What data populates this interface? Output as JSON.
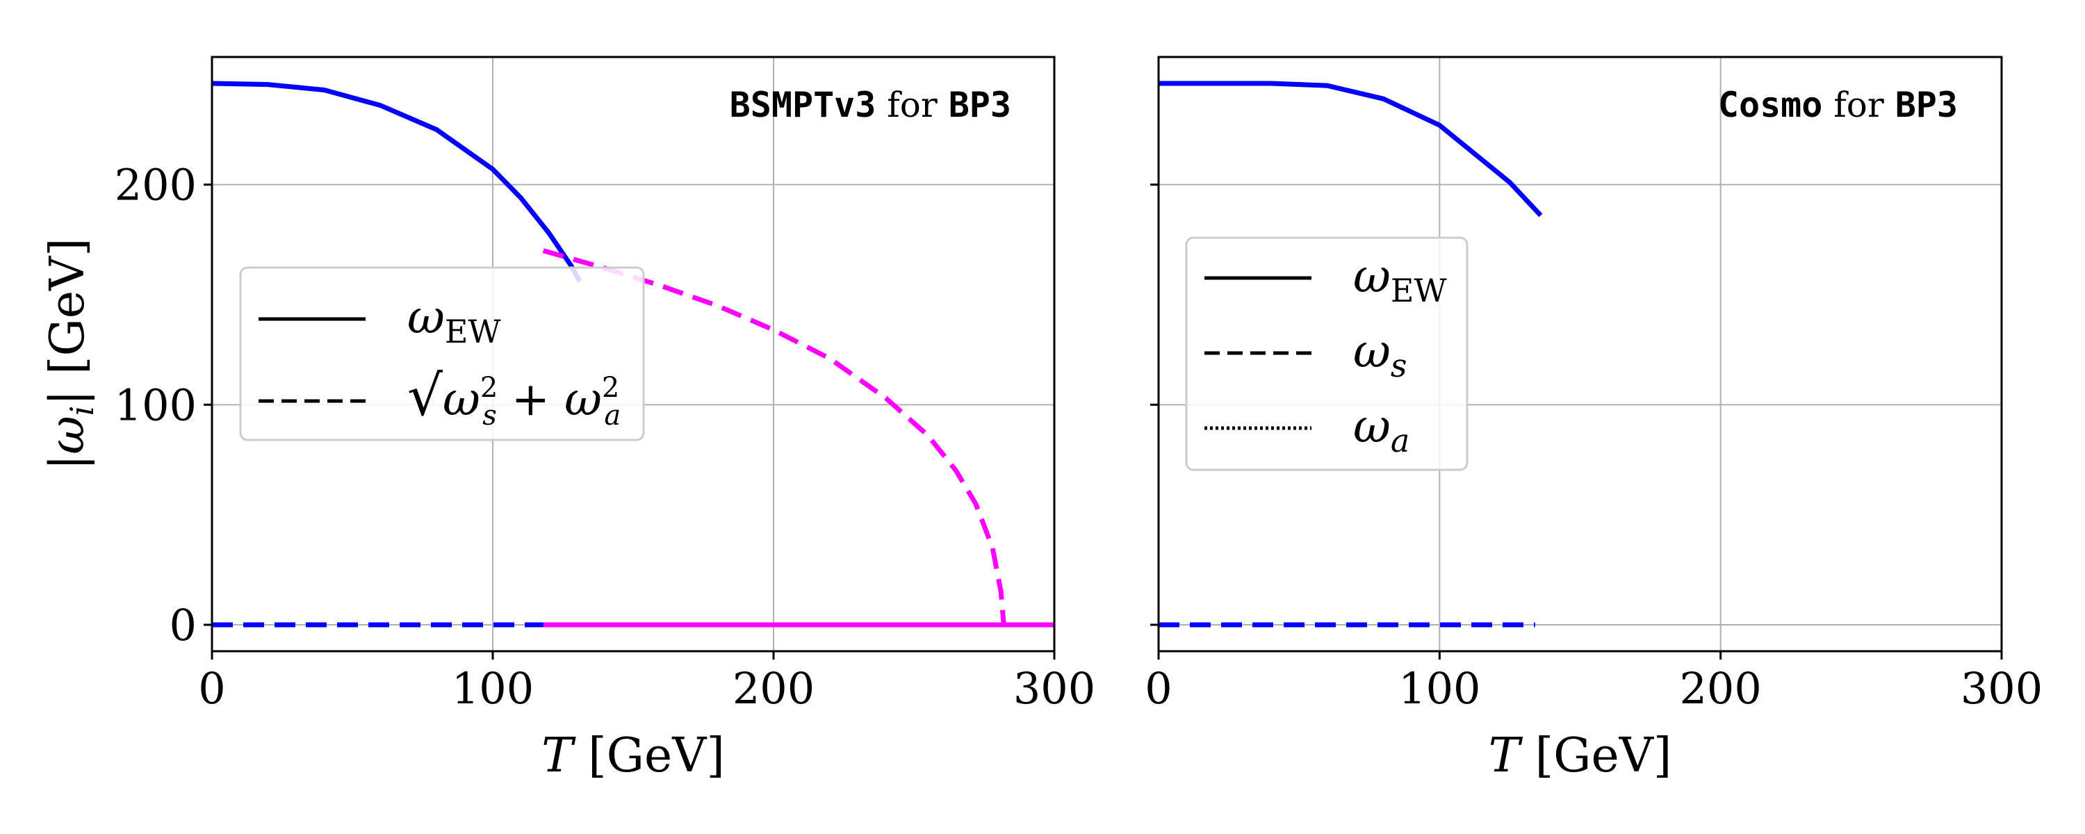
{
  "chart_data": [
    {
      "type": "line",
      "title": "",
      "annotation": {
        "code": "BSMPTv3",
        "mid": " for ",
        "bp": "BP3"
      },
      "xlabel": "T [GeV]",
      "ylabel": "|ω_i| [GeV]",
      "xlim": [
        0,
        300
      ],
      "ylim": [
        -12,
        258
      ],
      "xticks": [
        "0",
        "100",
        "200",
        "300"
      ],
      "yticks": [
        "0",
        "100",
        "200"
      ],
      "grid": true,
      "legend": {
        "placement": "center-left",
        "entries": [
          {
            "label": "ω_EW",
            "style": "solid"
          },
          {
            "label": "√(ω_s² + ω_a²)",
            "style": "dashed"
          }
        ]
      },
      "series": [
        {
          "style": "solid",
          "color": "#0000ff",
          "x": [
            0,
            20,
            40,
            60,
            80,
            100,
            110,
            120,
            128,
            131
          ],
          "y": [
            246,
            245.5,
            243,
            236,
            225,
            207,
            194,
            178,
            163,
            156
          ]
        },
        {
          "style": "dashed",
          "color": "#ff00ff",
          "x": [
            118,
            140,
            160,
            180,
            200,
            220,
            240,
            255,
            265,
            272,
            278,
            281,
            282
          ],
          "y": [
            170,
            162,
            154,
            145,
            134,
            121,
            103,
            86,
            70,
            55,
            35,
            15,
            0
          ]
        },
        {
          "style": "dashed",
          "color": "#0000ff",
          "x": [
            0,
            132
          ],
          "y": [
            0,
            0
          ]
        },
        {
          "style": "solid",
          "color": "#ff00ff",
          "x": [
            118,
            300
          ],
          "y": [
            0,
            0
          ]
        }
      ]
    },
    {
      "type": "line",
      "title": "",
      "annotation": {
        "code": "Cosmo",
        "mid": " for ",
        "bp": "BP3"
      },
      "xlabel": "T [GeV]",
      "ylabel": "",
      "xlim": [
        0,
        300
      ],
      "ylim": [
        -12,
        258
      ],
      "xticks": [
        "0",
        "100",
        "200",
        "300"
      ],
      "yticks": [
        "",
        "",
        ""
      ],
      "grid": true,
      "legend": {
        "placement": "center-left",
        "entries": [
          {
            "label": "ω_EW",
            "style": "solid"
          },
          {
            "label": "ω_s",
            "style": "dashed"
          },
          {
            "label": "ω_a",
            "style": "dotted"
          }
        ]
      },
      "series": [
        {
          "style": "solid",
          "color": "#0000ff",
          "x": [
            0,
            20,
            40,
            60,
            80,
            100,
            125,
            136
          ],
          "y": [
            246,
            246,
            246,
            245,
            239,
            227,
            201,
            186
          ]
        },
        {
          "style": "dashed",
          "color": "#0000ff",
          "x": [
            0,
            134
          ],
          "y": [
            0,
            0
          ]
        }
      ]
    }
  ]
}
